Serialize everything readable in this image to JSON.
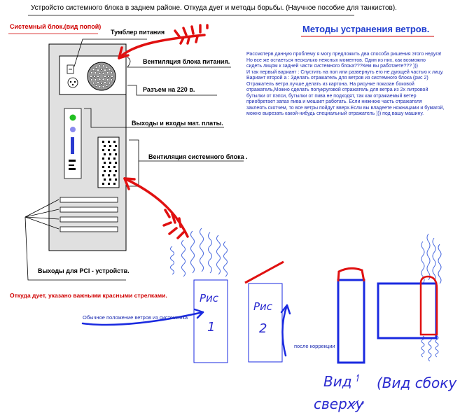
{
  "header": {
    "title": "Устройсто системного блока в заднем районе. Откуда дует и методы борьбы. (Научное пособие для танкистов).",
    "section_label": "Системный блок.(вид попой)",
    "methods_title": "Методы устранения ветров."
  },
  "labels": {
    "power_toggle": "Тумблер питания",
    "psu_fan": "Вентиляция блока питания.",
    "power_socket": "Разъем на 220 в.",
    "mb_ports": "Выходы и входы мат. платы.",
    "case_fan": "Вентиляция системного блока .",
    "pci_slots": "Выходы для PCI - устройств.",
    "red_note": "Откуда дует, указано важными красными стрелками.",
    "normal_position": "Обычное положение ветров из системника",
    "after_fix": "после коррекции"
  },
  "paragraph": [
    "Рассмотерв данную проблему я могу предложить два способа ришения этого недуга!",
    "Но все же остаеться несколько неясных моментов. Один из них, как возможно",
    "сидеть лицом к задней части системного блока???Кем вы работаете??? )))",
    "И так первый вариант : Спустить на пол или развернуть его не дующей частью к лицу.",
    "Вариант второй а : Зделать отражатель для ветров из системного блока (рис 2)",
    "Отражатель ветра лучше делать из картона. На рисунке показан боковой",
    "отражатель,Можно сделать полукруговой отражатель для ветра из 2х литровой",
    "бутылки от пэпси, бутылки от пива не подходят, так как отражаемый ветер",
    "приобретает запах пива и мешает работать.  Если нижнюю часть отражателя",
    "заклеять скотчем, то все ветры пойдут вверх.Если вы владеете ножницами и бумагой,",
    "можно вырезать какой-нибудь специальный отражатель ))) под вашу машину."
  ],
  "handwritten": {
    "fig1": "Рис",
    "fig1_num": "1",
    "fig2": "Рис",
    "fig2_num": "2",
    "view_top_1": "Вид",
    "view_top_2": "сверху",
    "view_side": "(Вид сбоку"
  },
  "colors": {
    "red": "#e01010",
    "blue": "#1a2ae0",
    "wind": "#4a6adf",
    "outline": "#000000",
    "case_fill": "#e0e0e0"
  }
}
